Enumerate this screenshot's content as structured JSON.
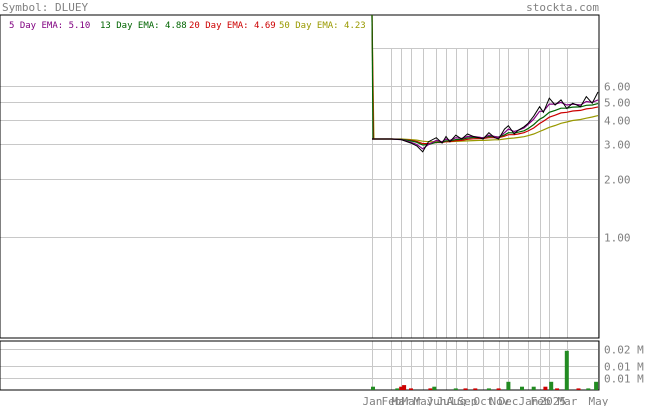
{
  "header": {
    "symbol_text": "Symbol: DLUEY",
    "brand": "stockta.com"
  },
  "colors": {
    "price": "#000000",
    "ema5": "#800080",
    "ema13": "#006400",
    "ema20": "#cc0000",
    "ema50": "#999900",
    "grid": "#c8c8c8",
    "vol_up": "#228b22",
    "vol_down": "#cc0000",
    "label": "#808080"
  },
  "chart_data": [
    {
      "type": "line",
      "title": "Symbol: DLUEY",
      "y_scale": "log",
      "ylim": [
        0.3,
        14
      ],
      "y_ticks": [
        {
          "value": 6,
          "label": "6.00"
        },
        {
          "value": 5,
          "label": "5.00"
        },
        {
          "value": 4,
          "label": "4.00"
        },
        {
          "value": 3,
          "label": "3.00"
        },
        {
          "value": 2,
          "label": "2.00"
        },
        {
          "value": 1,
          "label": "1.00"
        }
      ],
      "x_ticks": [
        {
          "t": 0,
          "label": "Jan"
        },
        {
          "t": 20,
          "label": "Feb"
        },
        {
          "t": 30,
          "label": "Mar"
        },
        {
          "t": 40,
          "label": "Mar"
        },
        {
          "t": 52,
          "label": "May"
        },
        {
          "t": 66,
          "label": "Jun"
        },
        {
          "t": 76,
          "label": "Jul"
        },
        {
          "t": 86,
          "label": "Aug"
        },
        {
          "t": 98,
          "label": "Sep"
        },
        {
          "t": 114,
          "label": "Oct"
        },
        {
          "t": 130,
          "label": "Nov"
        },
        {
          "t": 140,
          "label": "Dec"
        },
        {
          "t": 160,
          "label": "Jan"
        },
        {
          "t": 172,
          "label": "Feb"
        },
        {
          "t": 182,
          "label": "2025"
        },
        {
          "t": 200,
          "label": "Mar"
        },
        {
          "t": 232,
          "label": "May"
        }
      ],
      "legend": [
        {
          "label": "5 Day EMA: 5.10",
          "color_key": "ema5"
        },
        {
          "label": "13 Day EMA: 4.88",
          "color_key": "ema13"
        },
        {
          "label": "20 Day EMA: 4.69",
          "color_key": "ema20"
        },
        {
          "label": "50 Day EMA: 4.23",
          "color_key": "ema50"
        }
      ],
      "series": [
        {
          "key": "price",
          "points": [
            [
              0,
              3.2
            ],
            [
              20,
              3.2
            ],
            [
              30,
              3.18
            ],
            [
              40,
              3.05
            ],
            [
              46,
              2.95
            ],
            [
              52,
              2.75
            ],
            [
              58,
              3.1
            ],
            [
              66,
              3.25
            ],
            [
              72,
              3.05
            ],
            [
              76,
              3.3
            ],
            [
              80,
              3.1
            ],
            [
              86,
              3.35
            ],
            [
              92,
              3.2
            ],
            [
              98,
              3.4
            ],
            [
              104,
              3.3
            ],
            [
              110,
              3.25
            ],
            [
              114,
              3.2
            ],
            [
              120,
              3.45
            ],
            [
              126,
              3.25
            ],
            [
              130,
              3.2
            ],
            [
              136,
              3.6
            ],
            [
              140,
              3.75
            ],
            [
              146,
              3.4
            ],
            [
              150,
              3.55
            ],
            [
              156,
              3.7
            ],
            [
              160,
              3.85
            ],
            [
              166,
              4.2
            ],
            [
              172,
              4.7
            ],
            [
              176,
              4.4
            ],
            [
              182,
              5.2
            ],
            [
              188,
              4.8
            ],
            [
              194,
              5.1
            ],
            [
              200,
              4.6
            ],
            [
              206,
              4.9
            ],
            [
              214,
              4.7
            ],
            [
              220,
              5.3
            ],
            [
              226,
              4.9
            ],
            [
              232,
              5.6
            ]
          ]
        },
        {
          "key": "ema5",
          "points": [
            [
              0,
              3.2
            ],
            [
              20,
              3.2
            ],
            [
              30,
              3.18
            ],
            [
              40,
              3.08
            ],
            [
              46,
              3.0
            ],
            [
              52,
              2.85
            ],
            [
              58,
              3.0
            ],
            [
              66,
              3.15
            ],
            [
              72,
              3.1
            ],
            [
              76,
              3.2
            ],
            [
              80,
              3.15
            ],
            [
              86,
              3.25
            ],
            [
              92,
              3.22
            ],
            [
              98,
              3.3
            ],
            [
              104,
              3.3
            ],
            [
              110,
              3.27
            ],
            [
              114,
              3.24
            ],
            [
              120,
              3.35
            ],
            [
              126,
              3.3
            ],
            [
              130,
              3.26
            ],
            [
              136,
              3.45
            ],
            [
              140,
              3.6
            ],
            [
              146,
              3.5
            ],
            [
              150,
              3.55
            ],
            [
              156,
              3.65
            ],
            [
              160,
              3.8
            ],
            [
              166,
              4.05
            ],
            [
              172,
              4.45
            ],
            [
              176,
              4.45
            ],
            [
              182,
              4.85
            ],
            [
              188,
              4.85
            ],
            [
              194,
              4.95
            ],
            [
              200,
              4.8
            ],
            [
              206,
              4.85
            ],
            [
              214,
              4.8
            ],
            [
              220,
              5.0
            ],
            [
              226,
              4.95
            ],
            [
              232,
              5.1
            ]
          ]
        },
        {
          "key": "ema13",
          "points": [
            [
              0,
              3.2
            ],
            [
              20,
              3.2
            ],
            [
              30,
              3.19
            ],
            [
              40,
              3.13
            ],
            [
              46,
              3.08
            ],
            [
              52,
              2.98
            ],
            [
              58,
              3.0
            ],
            [
              66,
              3.08
            ],
            [
              72,
              3.08
            ],
            [
              76,
              3.13
            ],
            [
              80,
              3.13
            ],
            [
              86,
              3.18
            ],
            [
              92,
              3.19
            ],
            [
              98,
              3.24
            ],
            [
              104,
              3.26
            ],
            [
              110,
              3.26
            ],
            [
              114,
              3.25
            ],
            [
              120,
              3.3
            ],
            [
              126,
              3.29
            ],
            [
              130,
              3.28
            ],
            [
              136,
              3.36
            ],
            [
              140,
              3.45
            ],
            [
              146,
              3.44
            ],
            [
              150,
              3.47
            ],
            [
              156,
              3.53
            ],
            [
              160,
              3.62
            ],
            [
              166,
              3.8
            ],
            [
              172,
              4.05
            ],
            [
              176,
              4.15
            ],
            [
              182,
              4.4
            ],
            [
              188,
              4.5
            ],
            [
              194,
              4.62
            ],
            [
              200,
              4.62
            ],
            [
              206,
              4.68
            ],
            [
              214,
              4.69
            ],
            [
              220,
              4.78
            ],
            [
              226,
              4.8
            ],
            [
              232,
              4.88
            ]
          ]
        },
        {
          "key": "ema20",
          "points": [
            [
              0,
              3.2
            ],
            [
              20,
              3.2
            ],
            [
              30,
              3.19
            ],
            [
              40,
              3.15
            ],
            [
              46,
              3.11
            ],
            [
              52,
              3.03
            ],
            [
              58,
              3.03
            ],
            [
              66,
              3.07
            ],
            [
              72,
              3.07
            ],
            [
              76,
              3.1
            ],
            [
              80,
              3.1
            ],
            [
              86,
              3.14
            ],
            [
              92,
              3.15
            ],
            [
              98,
              3.19
            ],
            [
              104,
              3.21
            ],
            [
              110,
              3.22
            ],
            [
              114,
              3.22
            ],
            [
              120,
              3.25
            ],
            [
              126,
              3.25
            ],
            [
              130,
              3.25
            ],
            [
              136,
              3.31
            ],
            [
              140,
              3.37
            ],
            [
              146,
              3.37
            ],
            [
              150,
              3.4
            ],
            [
              156,
              3.45
            ],
            [
              160,
              3.52
            ],
            [
              166,
              3.65
            ],
            [
              172,
              3.85
            ],
            [
              176,
              3.95
            ],
            [
              182,
              4.15
            ],
            [
              188,
              4.25
            ],
            [
              194,
              4.37
            ],
            [
              200,
              4.4
            ],
            [
              206,
              4.47
            ],
            [
              214,
              4.5
            ],
            [
              220,
              4.58
            ],
            [
              226,
              4.62
            ],
            [
              232,
              4.69
            ]
          ]
        },
        {
          "key": "ema50",
          "points": [
            [
              0,
              14
            ],
            [
              2,
              3.2
            ],
            [
              20,
              3.2
            ],
            [
              30,
              3.2
            ],
            [
              40,
              3.18
            ],
            [
              46,
              3.16
            ],
            [
              52,
              3.12
            ],
            [
              58,
              3.1
            ],
            [
              66,
              3.1
            ],
            [
              72,
              3.1
            ],
            [
              76,
              3.1
            ],
            [
              80,
              3.1
            ],
            [
              86,
              3.11
            ],
            [
              92,
              3.12
            ],
            [
              98,
              3.13
            ],
            [
              104,
              3.14
            ],
            [
              110,
              3.15
            ],
            [
              114,
              3.15
            ],
            [
              120,
              3.16
            ],
            [
              126,
              3.17
            ],
            [
              130,
              3.17
            ],
            [
              136,
              3.2
            ],
            [
              140,
              3.22
            ],
            [
              146,
              3.24
            ],
            [
              150,
              3.26
            ],
            [
              156,
              3.29
            ],
            [
              160,
              3.33
            ],
            [
              166,
              3.4
            ],
            [
              172,
              3.5
            ],
            [
              176,
              3.57
            ],
            [
              182,
              3.68
            ],
            [
              188,
              3.76
            ],
            [
              194,
              3.86
            ],
            [
              200,
              3.92
            ],
            [
              206,
              3.99
            ],
            [
              214,
              4.04
            ],
            [
              220,
              4.1
            ],
            [
              226,
              4.16
            ],
            [
              232,
              4.23
            ]
          ]
        },
        {
          "key": "ema20_pre",
          "color_key": "ema20",
          "points": [
            [
              0,
              14
            ],
            [
              1.5,
              3.2
            ]
          ]
        },
        {
          "key": "ema13_pre",
          "color_key": "ema13",
          "points": [
            [
              0,
              14
            ],
            [
              1,
              3.2
            ]
          ]
        }
      ]
    },
    {
      "type": "bar",
      "title": "Volume",
      "ylim": [
        0,
        0.03
      ],
      "y_ticks": [
        {
          "value": 0.025,
          "label": "0.02 M"
        },
        {
          "value": 0.015,
          "label": "0.01 M"
        },
        {
          "value": 0.0075,
          "label": "0.01 M"
        }
      ],
      "bars": [
        {
          "t": 1,
          "value": 0.002,
          "dir": "up"
        },
        {
          "t": 26,
          "value": 0.001,
          "dir": "up"
        },
        {
          "t": 30,
          "value": 0.002,
          "dir": "down"
        },
        {
          "t": 33,
          "value": 0.003,
          "dir": "down"
        },
        {
          "t": 40,
          "value": 0.001,
          "dir": "down"
        },
        {
          "t": 60,
          "value": 0.001,
          "dir": "down"
        },
        {
          "t": 64,
          "value": 0.002,
          "dir": "up"
        },
        {
          "t": 86,
          "value": 0.001,
          "dir": "up"
        },
        {
          "t": 96,
          "value": 0.001,
          "dir": "down"
        },
        {
          "t": 106,
          "value": 0.001,
          "dir": "down"
        },
        {
          "t": 120,
          "value": 0.001,
          "dir": "up"
        },
        {
          "t": 130,
          "value": 0.001,
          "dir": "down"
        },
        {
          "t": 140,
          "value": 0.005,
          "dir": "up"
        },
        {
          "t": 154,
          "value": 0.002,
          "dir": "up"
        },
        {
          "t": 166,
          "value": 0.002,
          "dir": "up"
        },
        {
          "t": 178,
          "value": 0.002,
          "dir": "down"
        },
        {
          "t": 184,
          "value": 0.005,
          "dir": "up"
        },
        {
          "t": 190,
          "value": 0.001,
          "dir": "down"
        },
        {
          "t": 200,
          "value": 0.024,
          "dir": "up"
        },
        {
          "t": 212,
          "value": 0.001,
          "dir": "down"
        },
        {
          "t": 222,
          "value": 0.001,
          "dir": "up"
        },
        {
          "t": 230,
          "value": 0.005,
          "dir": "up"
        }
      ]
    }
  ]
}
